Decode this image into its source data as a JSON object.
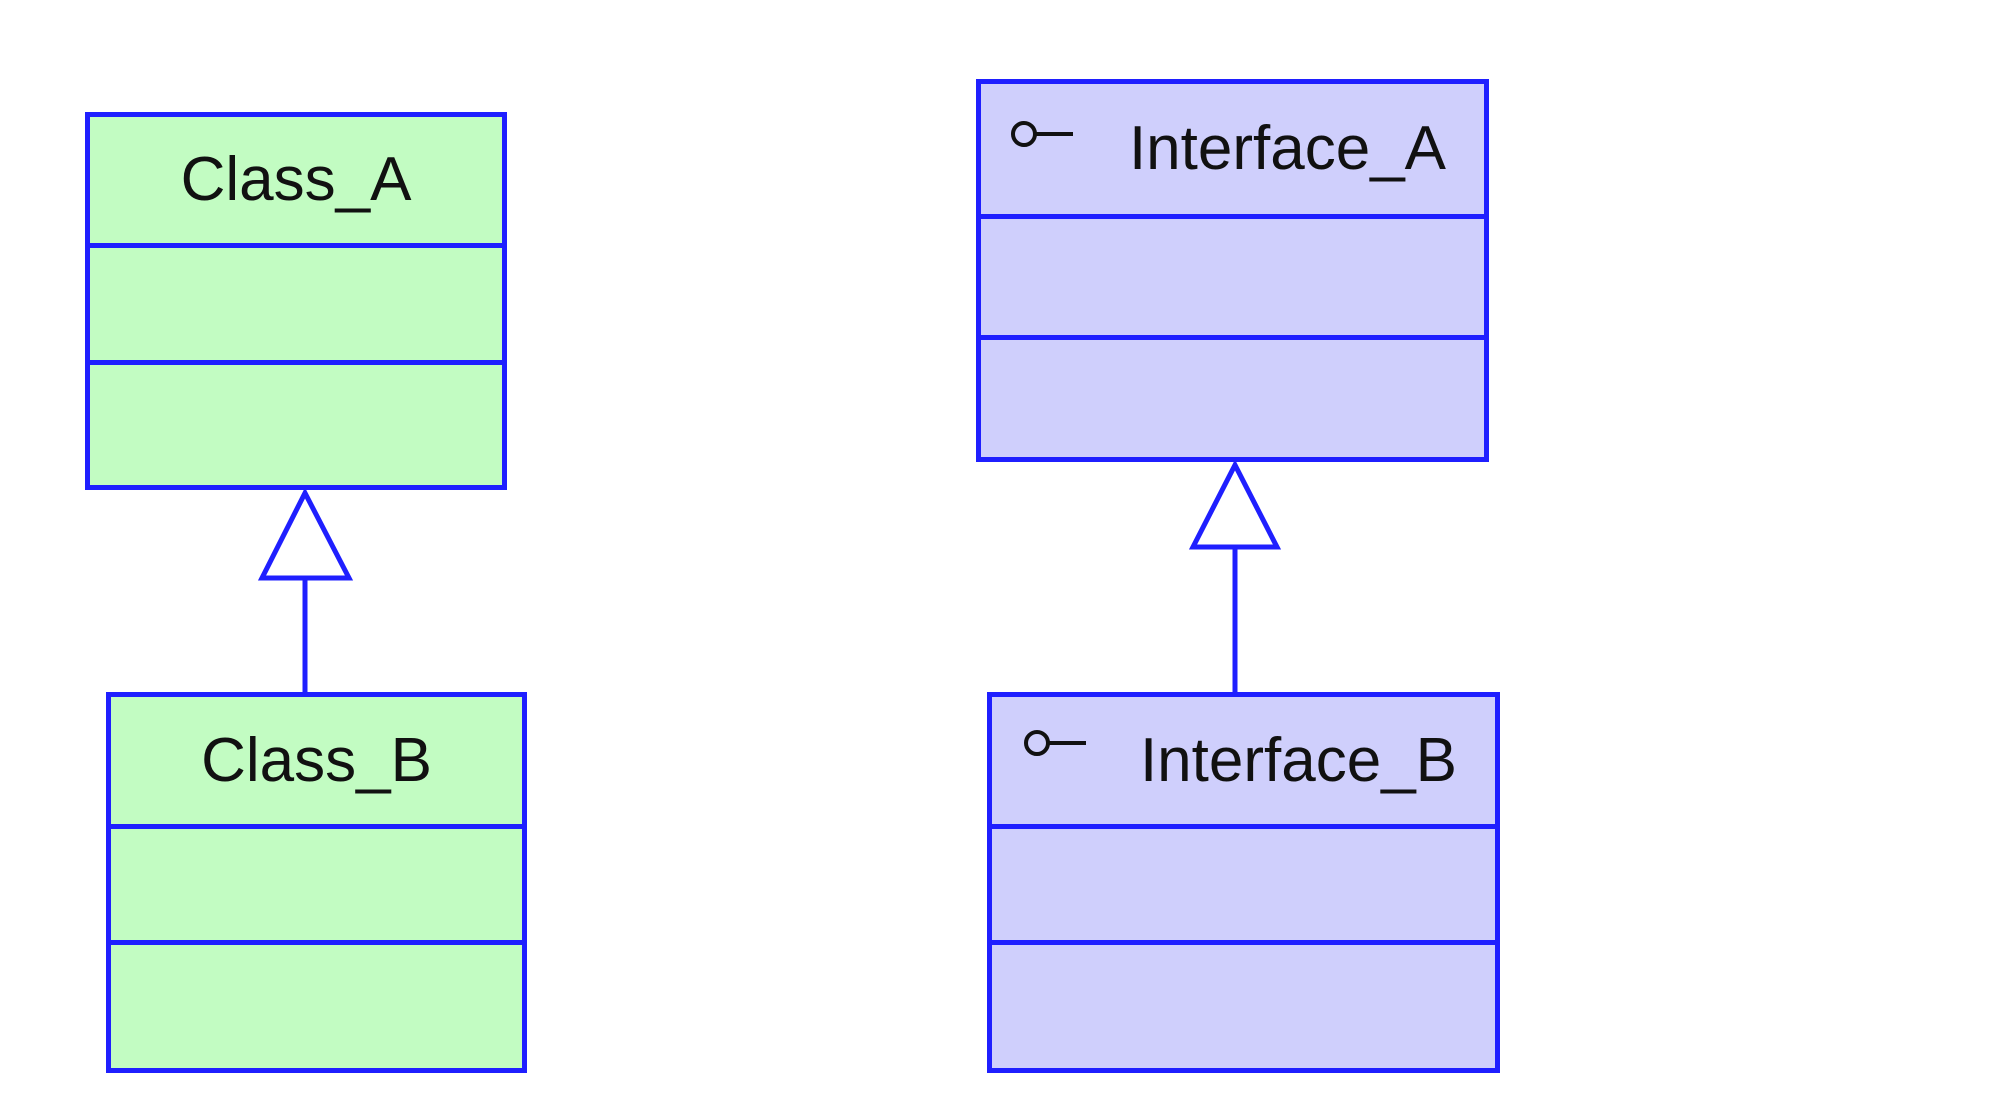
{
  "diagram": {
    "colors": {
      "stroke": "#1f1fff",
      "class_fill": "#c2fcc2",
      "interface_fill": "#cfcffc",
      "background": "#ffffff"
    },
    "nodes": [
      {
        "id": "class-a",
        "kind": "class",
        "name": "Class_A"
      },
      {
        "id": "class-b",
        "kind": "class",
        "name": "Class_B"
      },
      {
        "id": "interface-a",
        "kind": "interface",
        "name": "Interface_A",
        "icon": "lollipop-interface-icon"
      },
      {
        "id": "interface-b",
        "kind": "interface",
        "name": "Interface_B",
        "icon": "lollipop-interface-icon"
      }
    ],
    "edges": [
      {
        "from": "Class_B",
        "to": "Class_A",
        "type": "generalization"
      },
      {
        "from": "Interface_B",
        "to": "Interface_A",
        "type": "generalization"
      }
    ]
  }
}
